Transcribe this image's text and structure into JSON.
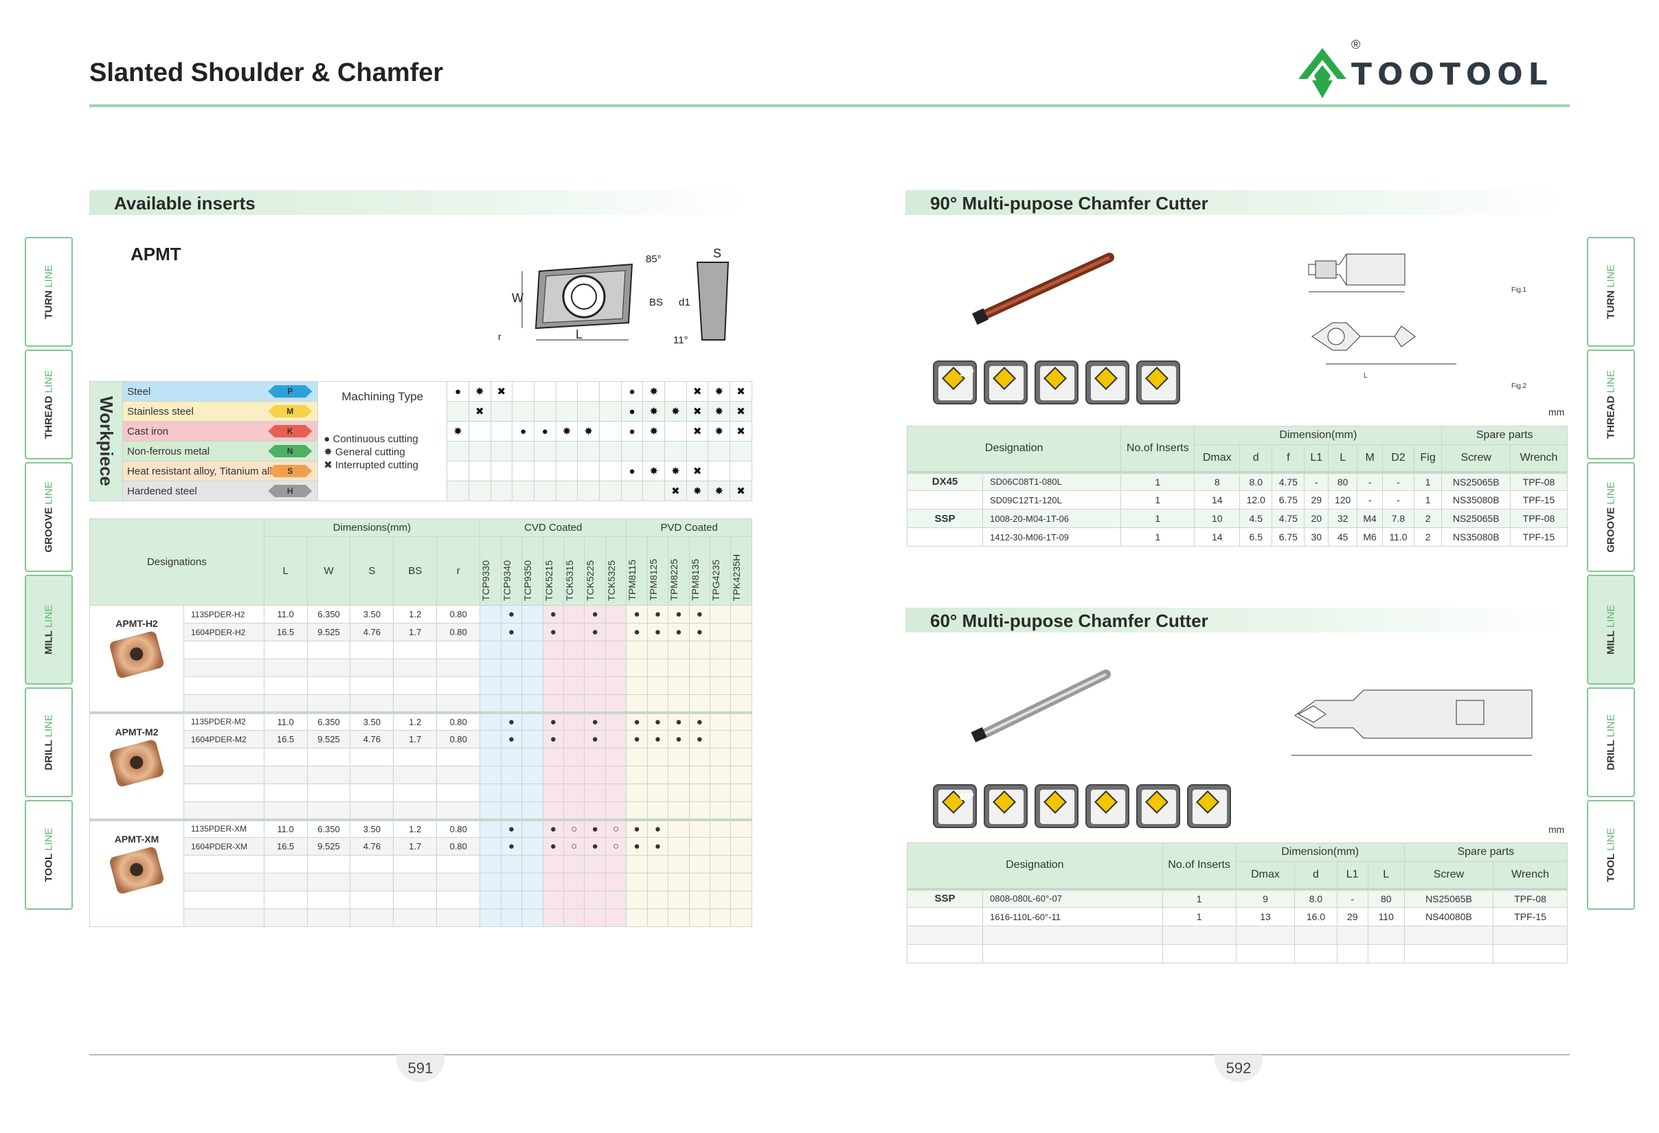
{
  "header": {
    "title": "Slanted Shoulder & Chamfer",
    "logo_text": "TOOTOOL",
    "logo_reg": "®"
  },
  "side_tabs": [
    {
      "bold": "TURN",
      "light": "LINE",
      "active": false
    },
    {
      "bold": "THREAD",
      "light": "LINE",
      "active": false
    },
    {
      "bold": "GROOVE",
      "light": "LINE",
      "active": false
    },
    {
      "bold": "MILL",
      "light": "LINE",
      "active": true
    },
    {
      "bold": "DRILL",
      "light": "LINE",
      "active": false
    },
    {
      "bold": "TOOL",
      "light": "LINE",
      "active": false
    }
  ],
  "left": {
    "section_title": "Available inserts",
    "insert_type": "APMT",
    "diagram_labels": {
      "angle": "85°",
      "s": "S",
      "w": "W",
      "bs": "BS",
      "d1": "d1",
      "r": "r",
      "l": "L",
      "clearance": "11°"
    },
    "workpiece": {
      "label": "Workpiece",
      "machining_type_label": "Machining Type",
      "legend": [
        "Continuous cutting",
        "General cutting",
        "Interrupted cutting"
      ],
      "materials": [
        {
          "name": "Steel",
          "code": "P",
          "color": "#bfe3f6",
          "badge": "#2f9fdc",
          "marks": "●,✸,✖,,,,,,●,✸,,✖,✸,✖"
        },
        {
          "name": "Stainless steel",
          "code": "M",
          "color": "#fbeec4",
          "badge": "#f5d24a",
          "marks": ",✖,,,,,,,●,✸,✸,✖,✸,✖"
        },
        {
          "name": "Cast iron",
          "code": "K",
          "color": "#f6c7cc",
          "badge": "#e6604f",
          "marks": "✸,,,●,●,✸,✸,,●,✸,,✖,✸,✖"
        },
        {
          "name": "Non-ferrous metal",
          "code": "N",
          "color": "#d3ecd3",
          "badge": "#4fb065",
          "marks": ",,,,,,,,,,,,,"
        },
        {
          "name": "Heat resistant alloy, Titanium alloy",
          "code": "S",
          "color": "#fbe3c7",
          "badge": "#f0a04a",
          "marks": ",,,,,,,,●,✸,✸,✖,,"
        },
        {
          "name": "Hardened steel",
          "code": "H",
          "color": "#e4e4e4",
          "badge": "#9a9a9a",
          "marks": ",,,,,,,,,,✖,✸,✸,✖"
        }
      ]
    },
    "table": {
      "designations_label": "Designations",
      "dimensions_label": "Dimensions(mm)",
      "cvd_label": "CVD Coated",
      "pvd_label": "PVD Coated",
      "dim_cols": [
        "L",
        "W",
        "S",
        "BS",
        "r"
      ],
      "grades": [
        "TCP9330",
        "TCP9340",
        "TCP9350",
        "TCK5215",
        "TCK5315",
        "TCK5225",
        "TCK5325",
        "TPM8115",
        "TPM8125",
        "TPM8225",
        "TPM8135",
        "TPG4235",
        "TPK4235H"
      ],
      "groups": [
        {
          "name": "APMT-H2",
          "rows": [
            {
              "code": "1135PDER-H2",
              "L": "11.0",
              "W": "6.350",
              "S": "3.50",
              "BS": "1.2",
              "r": "0.80",
              "marks": ",●,,●,,●,,●,●,●,●,,"
            },
            {
              "code": "1604PDER-H2",
              "L": "16.5",
              "W": "9.525",
              "S": "4.76",
              "BS": "1.7",
              "r": "0.80",
              "marks": ",●,,●,,●,,●,●,●,●,,"
            }
          ]
        },
        {
          "name": "APMT-M2",
          "rows": [
            {
              "code": "1135PDER-M2",
              "L": "11.0",
              "W": "6.350",
              "S": "3.50",
              "BS": "1.2",
              "r": "0.80",
              "marks": ",●,,●,,●,,●,●,●,●,,"
            },
            {
              "code": "1604PDER-M2",
              "L": "16.5",
              "W": "9.525",
              "S": "4.76",
              "BS": "1.7",
              "r": "0.80",
              "marks": ",●,,●,,●,,●,●,●,●,,"
            }
          ]
        },
        {
          "name": "APMT-XM",
          "rows": [
            {
              "code": "1135PDER-XM",
              "L": "11.0",
              "W": "6.350",
              "S": "3.50",
              "BS": "1.2",
              "r": "0.80",
              "marks": ",●,,●,○,●,○,●,●,,,,"
            },
            {
              "code": "1604PDER-XM",
              "L": "16.5",
              "W": "9.525",
              "S": "4.76",
              "BS": "1.7",
              "r": "0.80",
              "marks": ",●,,●,○,●,○,●,●,,,,"
            }
          ]
        }
      ]
    },
    "page_number": "591"
  },
  "right": {
    "section90_title": "90° Multi-pupose Chamfer Cutter",
    "section60_title": "60° Multi-pupose Chamfer Cutter",
    "fig1": "Fig.1",
    "fig2": "Fig.2",
    "icon90": "90°",
    "icon60": "60°",
    "mm": "mm",
    "table90": {
      "designation": "Designation",
      "no_inserts": "No.of Inserts",
      "dimension": "Dimension(mm)",
      "spare": "Spare parts",
      "cols": [
        "Dmax",
        "d",
        "f",
        "L1",
        "L",
        "M",
        "D2",
        "Fig",
        "Screw",
        "Wrench"
      ],
      "rows": [
        {
          "series": "DX45",
          "des": "SD06C08T1-080L",
          "n": "1",
          "v": [
            "8",
            "8.0",
            "4.75",
            "-",
            "80",
            "-",
            "-",
            "1",
            "NS25065B",
            "TPF-08"
          ]
        },
        {
          "series": "",
          "des": "SD09C12T1-120L",
          "n": "1",
          "v": [
            "14",
            "12.0",
            "6.75",
            "29",
            "120",
            "-",
            "-",
            "1",
            "NS35080B",
            "TPF-15"
          ]
        },
        {
          "series": "SSP",
          "des": "1008-20-M04-1T-06",
          "n": "1",
          "v": [
            "10",
            "4.5",
            "4.75",
            "20",
            "32",
            "M4",
            "7.8",
            "2",
            "NS25065B",
            "TPF-08"
          ]
        },
        {
          "series": "",
          "des": "1412-30-M06-1T-09",
          "n": "1",
          "v": [
            "14",
            "6.5",
            "6.75",
            "30",
            "45",
            "M6",
            "11.0",
            "2",
            "NS35080B",
            "TPF-15"
          ]
        }
      ]
    },
    "table60": {
      "designation": "Designation",
      "no_inserts": "No.of Inserts",
      "dimension": "Dimension(mm)",
      "spare": "Spare parts",
      "cols": [
        "Dmax",
        "d",
        "L1",
        "L",
        "Screw",
        "Wrench"
      ],
      "rows": [
        {
          "series": "SSP",
          "des": "0808-080L-60°-07",
          "n": "1",
          "v": [
            "9",
            "8.0",
            "-",
            "80",
            "NS25065B",
            "TPF-08"
          ]
        },
        {
          "series": "",
          "des": "1616-110L-60°-11",
          "n": "1",
          "v": [
            "13",
            "16.0",
            "29",
            "110",
            "NS40080B",
            "TPF-15"
          ]
        }
      ]
    },
    "page_number": "592"
  }
}
